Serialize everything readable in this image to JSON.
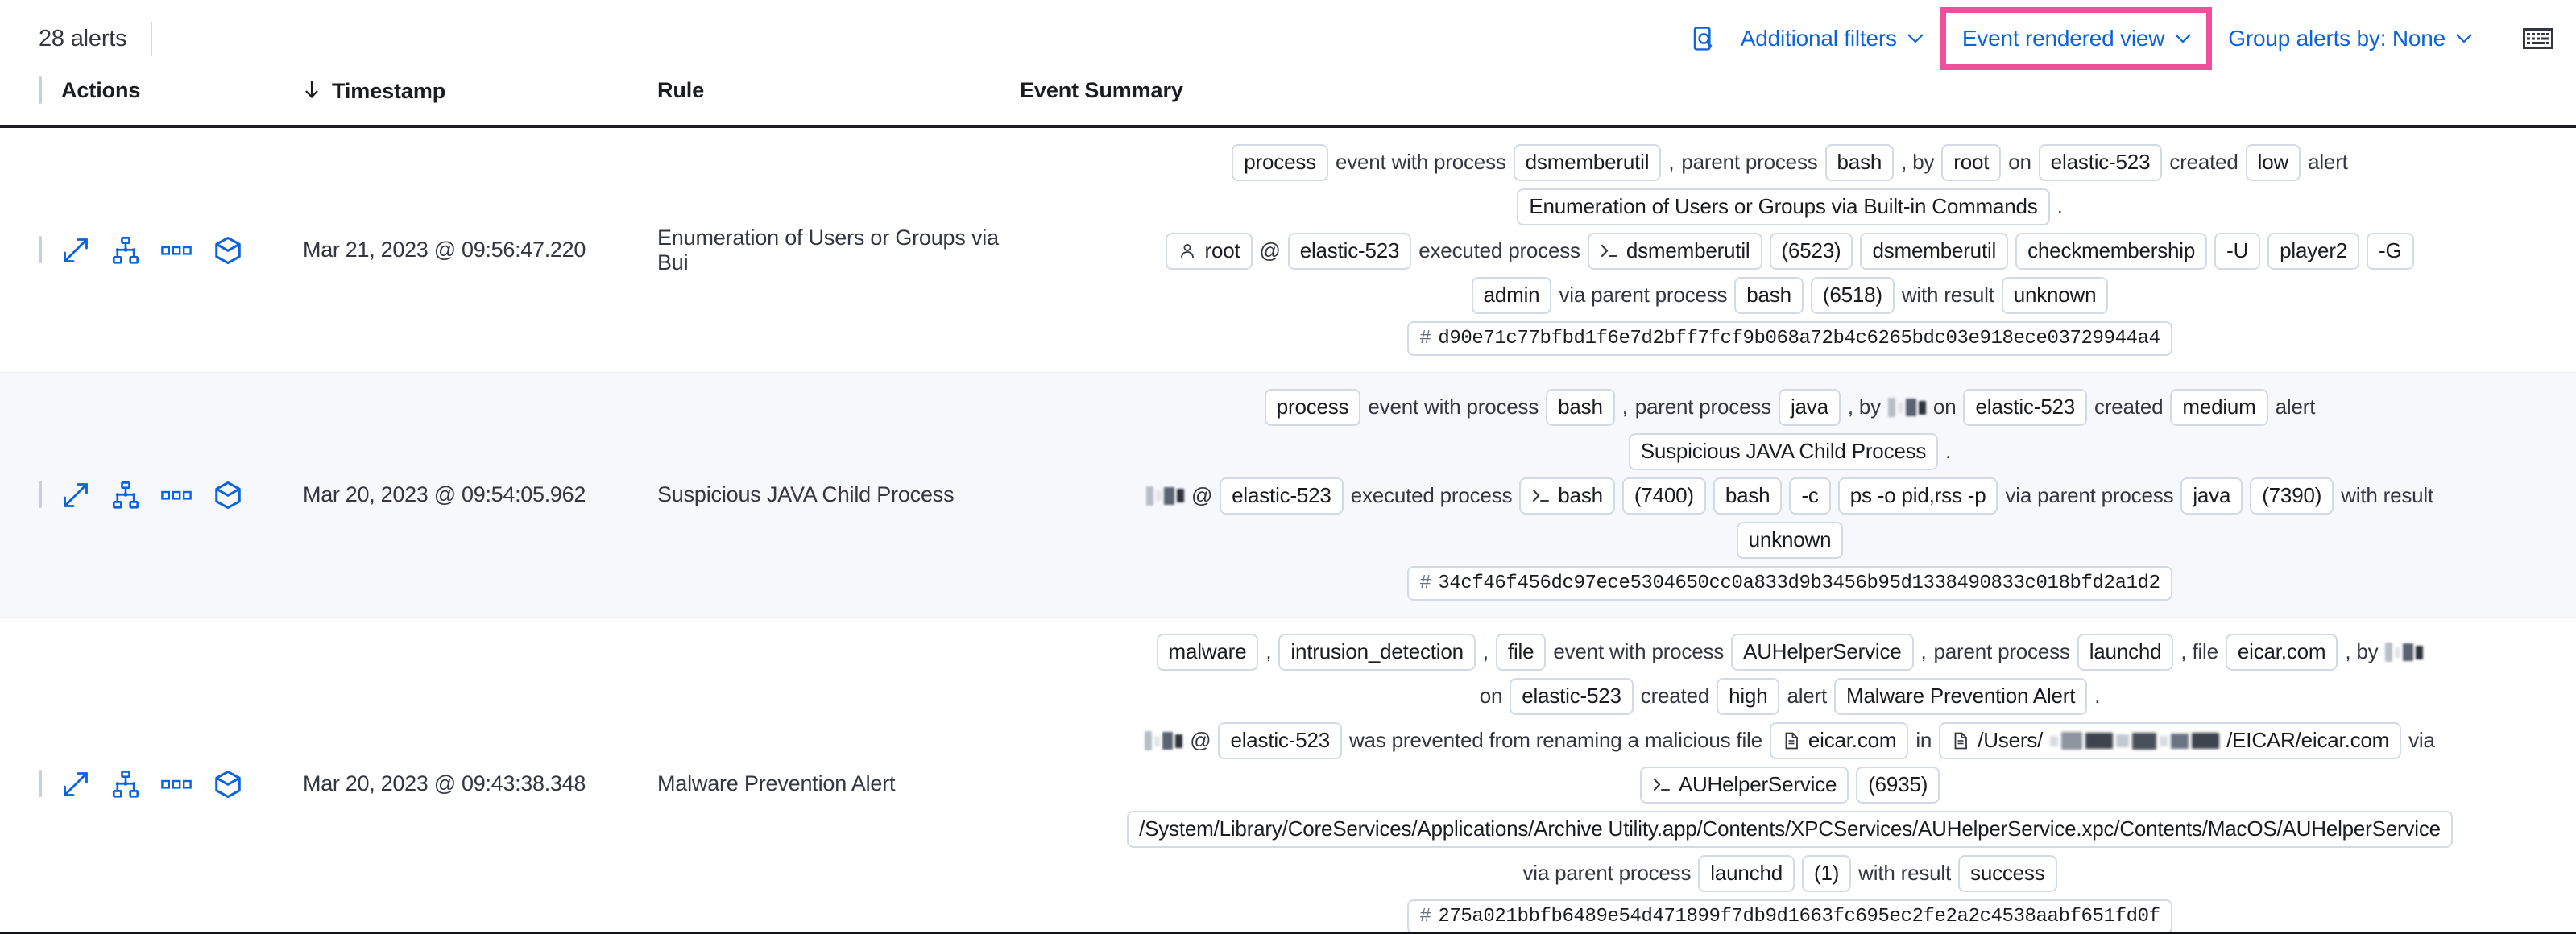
{
  "toolbar": {
    "alert_count": "28 alerts",
    "inspect_icon": "inspect-icon",
    "additional_filters_label": "Additional filters",
    "event_rendered_view_label": "Event rendered view",
    "group_alerts_label": "Group alerts by: None",
    "keyboard_icon": "keyboard-icon",
    "highlight_color": "#f04f9b",
    "link_color": "#0b64dd"
  },
  "table": {
    "headers": {
      "select_all": "",
      "actions": "Actions",
      "timestamp": "Timestamp",
      "rule": "Rule",
      "event_summary": "Event Summary"
    },
    "sort_direction": "desc"
  },
  "rows": [
    {
      "timestamp": "Mar 21, 2023 @ 09:56:47.220",
      "rule": "Enumeration of Users or Groups via Bui",
      "summary": [
        [
          {
            "t": "chip",
            "v": "process"
          },
          {
            "t": "txt",
            "v": "event with process"
          },
          {
            "t": "chip",
            "v": "dsmemberutil"
          },
          {
            "t": "txt",
            "v": ","
          },
          {
            "t": "txt",
            "v": "parent process"
          },
          {
            "t": "chip",
            "v": "bash"
          },
          {
            "t": "txt",
            "v": ", by"
          },
          {
            "t": "chip",
            "v": "root"
          },
          {
            "t": "txt",
            "v": "on"
          },
          {
            "t": "chip",
            "v": "elastic-523"
          },
          {
            "t": "txt",
            "v": "created"
          },
          {
            "t": "chip",
            "v": "low"
          },
          {
            "t": "txt",
            "v": "alert"
          }
        ],
        [
          {
            "t": "chip",
            "v": "Enumeration of Users or Groups via Built-in Commands"
          },
          {
            "t": "txt",
            "v": "."
          }
        ],
        [
          {
            "t": "chip",
            "v": "root",
            "icon": "user-icon"
          },
          {
            "t": "txt",
            "v": "@"
          },
          {
            "t": "chip",
            "v": "elastic-523"
          },
          {
            "t": "txt",
            "v": "executed process"
          },
          {
            "t": "chip",
            "v": "dsmemberutil",
            "icon": "console-icon"
          },
          {
            "t": "chip",
            "v": "(6523)"
          },
          {
            "t": "chip",
            "v": "dsmemberutil"
          },
          {
            "t": "chip",
            "v": "checkmembership"
          },
          {
            "t": "chip",
            "v": "-U"
          },
          {
            "t": "chip",
            "v": "player2"
          },
          {
            "t": "chip",
            "v": "-G"
          }
        ],
        [
          {
            "t": "chip",
            "v": "admin"
          },
          {
            "t": "txt",
            "v": "via parent process"
          },
          {
            "t": "chip",
            "v": "bash"
          },
          {
            "t": "chip",
            "v": "(6518)"
          },
          {
            "t": "txt",
            "v": "with result"
          },
          {
            "t": "chip",
            "v": "unknown"
          }
        ],
        [
          {
            "t": "hash",
            "v": "d90e71c77bfbd1f6e7d2bff7fcf9b068a72b4c6265bdc03e918ece03729944a4"
          }
        ]
      ]
    },
    {
      "timestamp": "Mar 20, 2023 @ 09:54:05.962",
      "rule": "Suspicious JAVA Child Process",
      "summary": [
        [
          {
            "t": "chip",
            "v": "process"
          },
          {
            "t": "txt",
            "v": "event with process"
          },
          {
            "t": "chip",
            "v": "bash"
          },
          {
            "t": "txt",
            "v": ","
          },
          {
            "t": "txt",
            "v": "parent process"
          },
          {
            "t": "chip",
            "v": "java"
          },
          {
            "t": "txt",
            "v": ", by"
          },
          {
            "t": "redact",
            "v": ""
          },
          {
            "t": "txt",
            "v": "on"
          },
          {
            "t": "chip",
            "v": "elastic-523"
          },
          {
            "t": "txt",
            "v": "created"
          },
          {
            "t": "chip",
            "v": "medium"
          },
          {
            "t": "txt",
            "v": "alert"
          }
        ],
        [
          {
            "t": "chip",
            "v": "Suspicious JAVA Child Process"
          },
          {
            "t": "txt",
            "v": "."
          }
        ],
        [
          {
            "t": "redact",
            "v": ""
          },
          {
            "t": "txt",
            "v": "@"
          },
          {
            "t": "chip",
            "v": "elastic-523"
          },
          {
            "t": "txt",
            "v": "executed process"
          },
          {
            "t": "chip",
            "v": "bash",
            "icon": "console-icon"
          },
          {
            "t": "chip",
            "v": "(7400)"
          },
          {
            "t": "chip",
            "v": "bash"
          },
          {
            "t": "chip",
            "v": "-c"
          },
          {
            "t": "chip",
            "v": "ps -o pid,rss -p"
          },
          {
            "t": "txt",
            "v": "via parent process"
          },
          {
            "t": "chip",
            "v": "java"
          },
          {
            "t": "chip",
            "v": "(7390)"
          },
          {
            "t": "txt",
            "v": "with result"
          }
        ],
        [
          {
            "t": "chip",
            "v": "unknown"
          }
        ],
        [
          {
            "t": "hash",
            "v": "34cf46f456dc97ece5304650cc0a833d9b3456b95d1338490833c018bfd2a1d2"
          }
        ]
      ]
    },
    {
      "timestamp": "Mar 20, 2023 @ 09:43:38.348",
      "rule": "Malware Prevention Alert",
      "summary": [
        [
          {
            "t": "chip",
            "v": "malware"
          },
          {
            "t": "txt",
            "v": ","
          },
          {
            "t": "chip",
            "v": "intrusion_detection"
          },
          {
            "t": "txt",
            "v": ","
          },
          {
            "t": "chip",
            "v": "file"
          },
          {
            "t": "txt",
            "v": "event with process"
          },
          {
            "t": "chip",
            "v": "AUHelperService"
          },
          {
            "t": "txt",
            "v": ","
          },
          {
            "t": "txt",
            "v": "parent process"
          },
          {
            "t": "chip",
            "v": "launchd"
          },
          {
            "t": "txt",
            "v": ", file"
          },
          {
            "t": "chip",
            "v": "eicar.com"
          },
          {
            "t": "txt",
            "v": ", by"
          },
          {
            "t": "redact",
            "v": ""
          }
        ],
        [
          {
            "t": "txt",
            "v": "on"
          },
          {
            "t": "chip",
            "v": "elastic-523"
          },
          {
            "t": "txt",
            "v": "created"
          },
          {
            "t": "chip",
            "v": "high"
          },
          {
            "t": "txt",
            "v": "alert"
          },
          {
            "t": "chip",
            "v": "Malware Prevention Alert"
          },
          {
            "t": "txt",
            "v": "."
          }
        ],
        [
          {
            "t": "redact",
            "v": ""
          },
          {
            "t": "txt",
            "v": "@"
          },
          {
            "t": "chip",
            "v": "elastic-523"
          },
          {
            "t": "txt",
            "v": "was prevented from renaming a malicious file"
          },
          {
            "t": "chip",
            "v": "eicar.com",
            "icon": "file-icon"
          },
          {
            "t": "txt",
            "v": "in"
          },
          {
            "t": "chip-path",
            "pre": "/Users/",
            "post": "/EICAR/eicar.com",
            "icon": "file-icon"
          },
          {
            "t": "txt",
            "v": "via"
          }
        ],
        [
          {
            "t": "chip",
            "v": "AUHelperService",
            "icon": "console-icon"
          },
          {
            "t": "chip",
            "v": "(6935)"
          }
        ],
        [
          {
            "t": "chip",
            "v": "/System/Library/CoreServices/Applications/Archive Utility.app/Contents/XPCServices/AUHelperService.xpc/Contents/MacOS/AUHelperService"
          }
        ],
        [
          {
            "t": "txt",
            "v": "via parent process"
          },
          {
            "t": "chip",
            "v": "launchd"
          },
          {
            "t": "chip",
            "v": "(1)"
          },
          {
            "t": "txt",
            "v": "with result"
          },
          {
            "t": "chip",
            "v": "success"
          }
        ],
        [
          {
            "t": "hash",
            "v": "275a021bbfb6489e54d471899f7db9d1663fc695ec2fe2a2c4538aabf651fd0f"
          }
        ]
      ]
    }
  ],
  "row_actions": [
    {
      "name": "expand-icon"
    },
    {
      "name": "analyze-event-icon"
    },
    {
      "name": "more-actions-icon"
    },
    {
      "name": "session-view-icon"
    }
  ]
}
